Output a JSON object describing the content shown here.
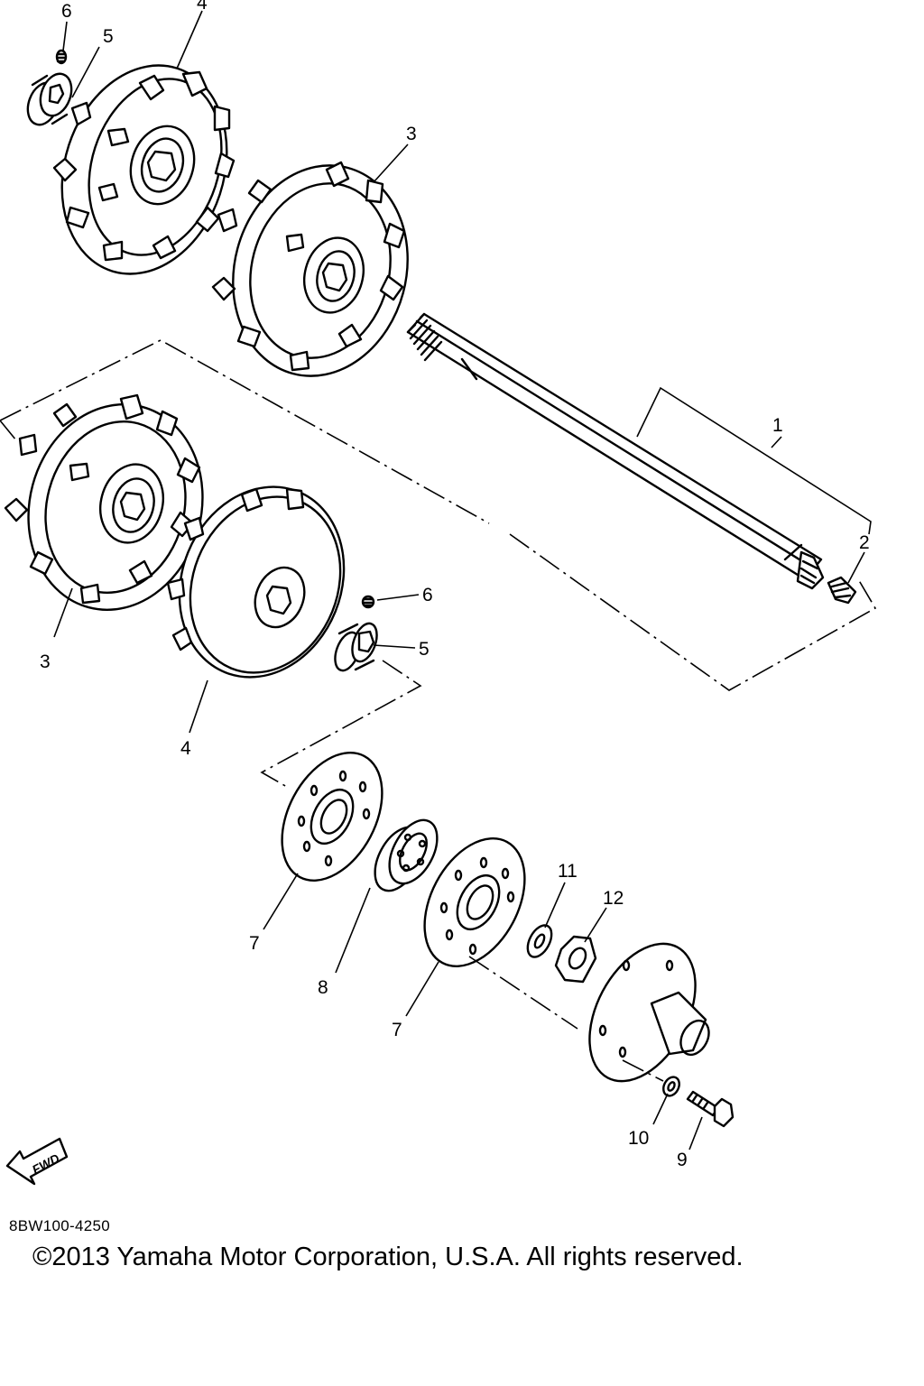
{
  "diagram": {
    "callouts": {
      "c1": "1",
      "c2": "2",
      "c3a": "3",
      "c3b": "3",
      "c4a": "4",
      "c4b": "4",
      "c5a": "5",
      "c5b": "5",
      "c6a": "6",
      "c6b": "6",
      "c7a": "7",
      "c7b": "7",
      "c8": "8",
      "c9": "9",
      "c10": "10",
      "c11": "11",
      "c12": "12"
    },
    "fwd_label": "FWD",
    "ref_code": "8BW100-4250",
    "copyright": "©2013 Yamaha Motor Corporation, U.S.A. All rights reserved."
  }
}
